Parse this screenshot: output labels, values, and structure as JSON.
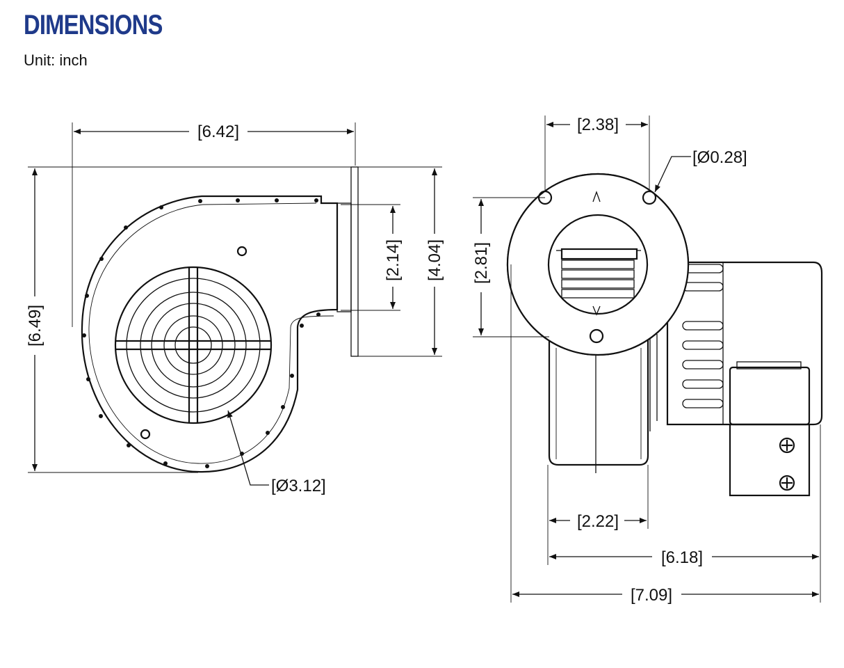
{
  "header": {
    "title": "DIMENSIONS",
    "unit": "Unit: inch",
    "title_color": "#1f3a8a"
  },
  "dimensions": {
    "front_width": "[6.42]",
    "front_height": "[6.49]",
    "outlet_flange": "[4.04]",
    "outlet_opening": "[2.14]",
    "inlet_diameter": "[Ø3.12]",
    "hole_spacing": "[2.38]",
    "hole_diameter": "[Ø0.28]",
    "flange_opening": "[2.81]",
    "housing_depth": "[2.22]",
    "depth_body": "[6.18]",
    "depth_overall": "[7.09]"
  }
}
